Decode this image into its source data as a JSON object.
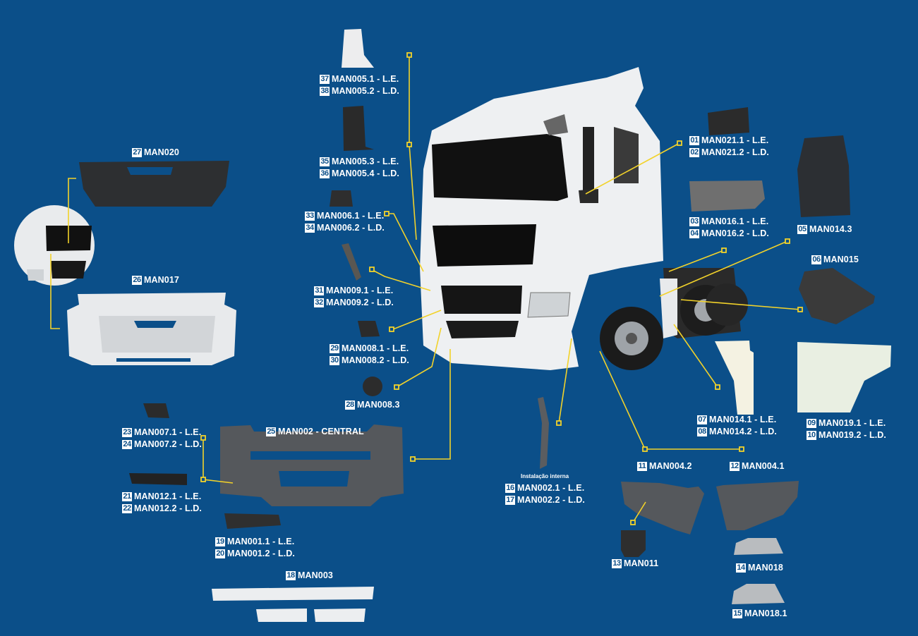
{
  "colors": {
    "background": "#0b4f89",
    "connector": "#f2d22a",
    "label_text": "#ffffff",
    "badge_bg": "#ffffff"
  },
  "parts": [
    {
      "id": "p01",
      "lines": [
        {
          "num": "01",
          "code": "MAN021.1 - L.E."
        },
        {
          "num": "02",
          "code": "MAN021.2 - L.D."
        }
      ]
    },
    {
      "id": "p03",
      "lines": [
        {
          "num": "03",
          "code": "MAN016.1 - L.E."
        },
        {
          "num": "04",
          "code": "MAN016.2 - L.D."
        }
      ]
    },
    {
      "id": "p05",
      "lines": [
        {
          "num": "05",
          "code": "MAN014.3"
        }
      ]
    },
    {
      "id": "p06",
      "lines": [
        {
          "num": "06",
          "code": "MAN015"
        }
      ]
    },
    {
      "id": "p07",
      "lines": [
        {
          "num": "07",
          "code": "MAN014.1 - L.E."
        },
        {
          "num": "08",
          "code": "MAN014.2 - L.D."
        }
      ]
    },
    {
      "id": "p09",
      "lines": [
        {
          "num": "09",
          "code": "MAN019.1 - L.E."
        },
        {
          "num": "10",
          "code": "MAN019.2 - L.D."
        }
      ]
    },
    {
      "id": "p11",
      "lines": [
        {
          "num": "11",
          "code": "MAN004.2"
        }
      ]
    },
    {
      "id": "p12",
      "lines": [
        {
          "num": "12",
          "code": "MAN004.1"
        }
      ]
    },
    {
      "id": "p13",
      "lines": [
        {
          "num": "13",
          "code": "MAN011"
        }
      ]
    },
    {
      "id": "p14",
      "lines": [
        {
          "num": "14",
          "code": "MAN018"
        }
      ]
    },
    {
      "id": "p15",
      "lines": [
        {
          "num": "15",
          "code": "MAN018.1"
        }
      ]
    },
    {
      "id": "p16",
      "note": "Instalação interna",
      "lines": [
        {
          "num": "16",
          "code": "MAN002.1 - L.E."
        },
        {
          "num": "17",
          "code": "MAN002.2 - L.D."
        }
      ]
    },
    {
      "id": "p18",
      "lines": [
        {
          "num": "18",
          "code": "MAN003"
        }
      ]
    },
    {
      "id": "p19",
      "lines": [
        {
          "num": "19",
          "code": "MAN001.1 - L.E."
        },
        {
          "num": "20",
          "code": "MAN001.2 - L.D."
        }
      ]
    },
    {
      "id": "p21",
      "lines": [
        {
          "num": "21",
          "code": "MAN012.1 - L.E."
        },
        {
          "num": "22",
          "code": "MAN012.2 - L.D."
        }
      ]
    },
    {
      "id": "p23",
      "lines": [
        {
          "num": "23",
          "code": "MAN007.1 - L.E."
        },
        {
          "num": "24",
          "code": "MAN007.2 - L.D."
        }
      ]
    },
    {
      "id": "p25",
      "lines": [
        {
          "num": "25",
          "code": "MAN002 - CENTRAL"
        }
      ]
    },
    {
      "id": "p26",
      "lines": [
        {
          "num": "26",
          "code": "MAN017"
        }
      ]
    },
    {
      "id": "p27",
      "lines": [
        {
          "num": "27",
          "code": "MAN020"
        }
      ]
    },
    {
      "id": "p28",
      "lines": [
        {
          "num": "28",
          "code": "MAN008.3"
        }
      ]
    },
    {
      "id": "p29",
      "lines": [
        {
          "num": "29",
          "code": "MAN008.1 - L.E."
        },
        {
          "num": "30",
          "code": "MAN008.2 - L.D."
        }
      ]
    },
    {
      "id": "p31",
      "lines": [
        {
          "num": "31",
          "code": "MAN009.1 - L.E."
        },
        {
          "num": "32",
          "code": "MAN009.2 - L.D."
        }
      ]
    },
    {
      "id": "p33",
      "lines": [
        {
          "num": "33",
          "code": "MAN006.1 - L.E."
        },
        {
          "num": "34",
          "code": "MAN006.2 - L.D."
        }
      ]
    },
    {
      "id": "p35",
      "lines": [
        {
          "num": "35",
          "code": "MAN005.3 - L.E."
        },
        {
          "num": "36",
          "code": "MAN005.4 - L.D."
        }
      ]
    },
    {
      "id": "p37",
      "lines": [
        {
          "num": "37",
          "code": "MAN005.1 - L.E."
        },
        {
          "num": "38",
          "code": "MAN005.2 - L.D."
        }
      ]
    }
  ]
}
